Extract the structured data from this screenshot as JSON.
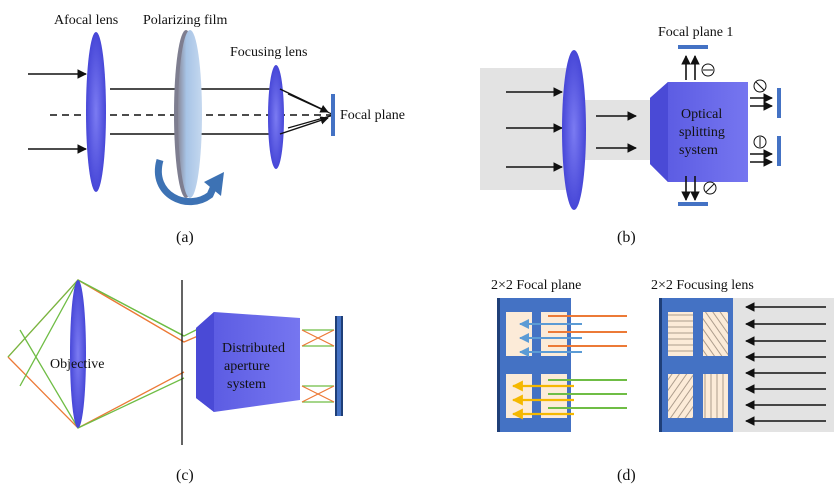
{
  "colors": {
    "lens": "#5a5ae6",
    "lens_dark": "#3b3bd0",
    "prism": "#6464ec",
    "sensor": "#4472c4",
    "gray_bg": "#e3e3e3",
    "orange": "#ec7a37",
    "green": "#6fbd45",
    "blue_ray": "#5b9bd5",
    "yellow": "#f5b800",
    "peach": "#fcebd8",
    "rotation_arrow": "#3d72b4"
  },
  "panel_a": {
    "caption": "(a)",
    "afocal_label": "Afocal lens",
    "polarizer_label": "Polarizing film",
    "focusing_label": "Focusing lens",
    "focal_plane_label": "Focal plane",
    "icons": [
      "afocal-lens-icon",
      "polarizing-film-icon",
      "rotation-arrow-icon",
      "focusing-lens-icon",
      "focal-plane-icon"
    ]
  },
  "panel_b": {
    "caption": "(b)",
    "focal_plane_1_label": "Focal plane 1",
    "optical_label_1": "Optical",
    "optical_label_2": "splitting",
    "optical_label_3": "system",
    "icons": [
      "objective-lens-icon",
      "splitting-prism-icon",
      "polarizer-0-icon",
      "polarizer-45-icon",
      "polarizer-90-icon",
      "polarizer-135-icon"
    ]
  },
  "panel_c": {
    "caption": "(c)",
    "objective_label": "Objective",
    "aperture_label_1": "Distributed",
    "aperture_label_2": "aperture",
    "aperture_label_3": "system",
    "icons": [
      "objective-lens-icon",
      "aperture-prism-icon",
      "detector-icon"
    ]
  },
  "panel_d": {
    "caption": "(d)",
    "focal_plane_label": "2×2 Focal plane",
    "focusing_lens_label": "2×2 Focusing lens",
    "icons": [
      "focal-plane-array-icon",
      "focusing-lens-array-icon"
    ]
  }
}
